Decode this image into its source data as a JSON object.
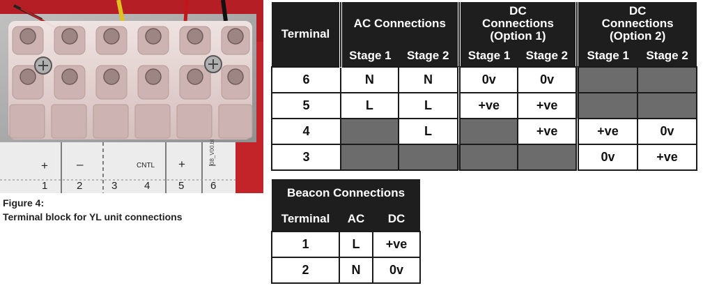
{
  "photo": {
    "terminal_labels": [
      "1",
      "2",
      "3",
      "4",
      "5",
      "6"
    ],
    "polarity_marks": [
      "+",
      "–",
      "CNTL",
      "+",
      "–"
    ],
    "side_text": "08_V00.bl"
  },
  "caption": {
    "figure": "Figure 4:",
    "text": "Terminal block for YL unit connections"
  },
  "main_table": {
    "terminal_header": "Terminal",
    "groups": [
      "AC Connections",
      "DC Connections (Option 1)",
      "DC Connections (Option 2)"
    ],
    "stages": [
      "Stage 1",
      "Stage 2",
      "Stage 1",
      "Stage 2",
      "Stage 1",
      "Stage 2"
    ],
    "rows": [
      {
        "terminal": "6",
        "cells": [
          "N",
          "N",
          "0v",
          "0v",
          null,
          null
        ]
      },
      {
        "terminal": "5",
        "cells": [
          "L",
          "L",
          "+ve",
          "+ve",
          null,
          null
        ]
      },
      {
        "terminal": "4",
        "cells": [
          null,
          "L",
          null,
          "+ve",
          "+ve",
          "0v"
        ]
      },
      {
        "terminal": "3",
        "cells": [
          null,
          null,
          null,
          null,
          "0v",
          "+ve"
        ]
      }
    ]
  },
  "beacon_table": {
    "title": "Beacon Connections",
    "headers": [
      "Terminal",
      "AC",
      "DC"
    ],
    "rows": [
      {
        "terminal": "1",
        "ac": "L",
        "dc": "+ve"
      },
      {
        "terminal": "2",
        "ac": "N",
        "dc": "0v"
      }
    ]
  },
  "colors": {
    "header_bg": "#1e1e1e",
    "empty_cell": "#6c6c6c",
    "photo_red": "#c3242a"
  }
}
